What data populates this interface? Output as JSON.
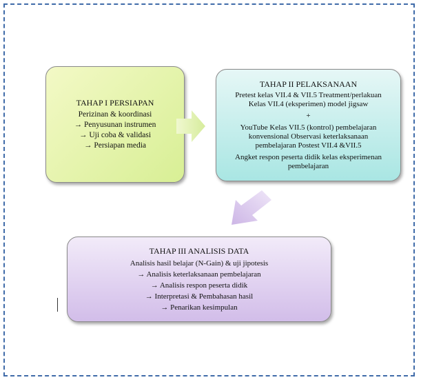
{
  "stage1": {
    "title": "TAHAP I PERSIAPAN",
    "lines": [
      "Perizinan & koordinasi",
      "→ Penyusunan instrumen",
      "→ Uji coba & validasi",
      "→ Persiapan media"
    ]
  },
  "stage2": {
    "title": "TAHAP II PELAKSANAAN",
    "lines": [
      "Pretest kelas VII.4 & VII.5  Treatment/perlakuan",
      "Kelas VII.4 (eksperimen) model jigsaw",
      "+",
      "YouTube Kelas VII.5 (kontrol) pembelajaran",
      "konvensional  Observasi keterlaksanaan",
      "pembelajaran  Postest VII.4 &VII.5",
      "Angket respon peserta didik  kelas eksperimenan",
      "pembelajaran"
    ]
  },
  "stage3": {
    "title": "TAHAP III ANALISIS DATA",
    "lines": [
      "Analisis hasil belajar (N-Gain) & uji jipotesis",
      "→ Analisis keterlaksanaan pembelajaran",
      "→ Analisis respon peserta didik",
      "→ Interpretasi & Pembahasan hasil",
      "→ Penarikan kesimpulan"
    ]
  },
  "colors": {
    "frame": "#3e6aa8",
    "stage1": "#d8ef95",
    "stage2": "#a9e6e3",
    "stage3": "#d2bde9"
  }
}
